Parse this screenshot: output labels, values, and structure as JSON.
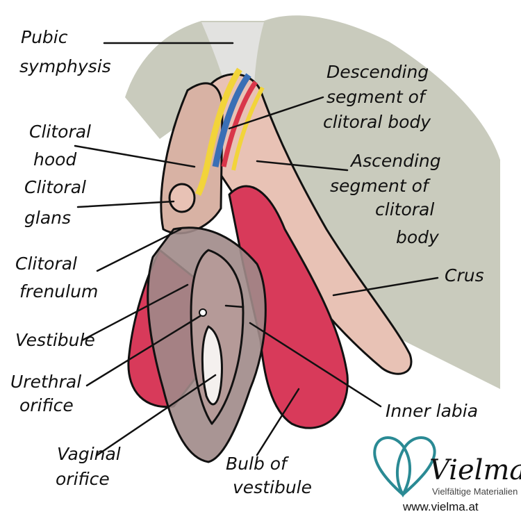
{
  "labels": {
    "pubic_symphysis": [
      "Pubic",
      "symphysis"
    ],
    "descending_segment": [
      "Descending",
      "segment of",
      "clitoral body"
    ],
    "clitoral_hood": [
      "Clitoral",
      "hood"
    ],
    "ascending_segment": [
      "Ascending",
      "segment of",
      "clitoral",
      "body"
    ],
    "clitoral_glans": [
      "Clitoral",
      "glans"
    ],
    "clitoral_frenulum": [
      "Clitoral",
      "frenulum"
    ],
    "crus": "Crus",
    "vestibule": "Vestibule",
    "urethral_orifice": [
      "Urethral",
      "orifice"
    ],
    "inner_labia": "Inner labia",
    "vaginal_orifice": [
      "Vaginal",
      "orifice"
    ],
    "bulb_of_vestibule": [
      "Bulb of",
      "vestibule"
    ]
  },
  "logo": {
    "name": "Vielma",
    "tagline": "Vielfältige Materialien",
    "url": "www.vielma.at"
  },
  "colors": {
    "bone": "#c9cbbd",
    "symphysis": "#e2e2e0",
    "crus": "#e8c2b5",
    "bulb": "#d83a5a",
    "vulva": "#a08a88",
    "nerve_yellow": "#f2d43a",
    "vein_blue": "#3a6fb5",
    "artery_red": "#d9364a",
    "logo_teal": "#2a8a94"
  }
}
